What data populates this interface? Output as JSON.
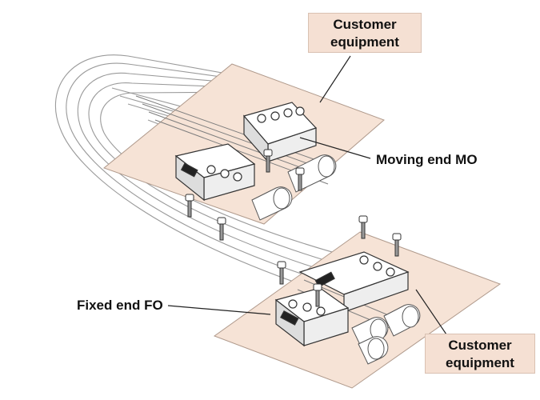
{
  "labels": {
    "customer_top_line1": "Customer",
    "customer_top_line2": "equipment",
    "moving_end": "Moving end MO",
    "fixed_end": "Fixed end FO",
    "customer_bottom_line1": "Customer",
    "customer_bottom_line2": "equipment"
  },
  "colors": {
    "plate_fill": "#f6e3d6",
    "label_fill": "#f5e0d3",
    "line": "#333333"
  }
}
